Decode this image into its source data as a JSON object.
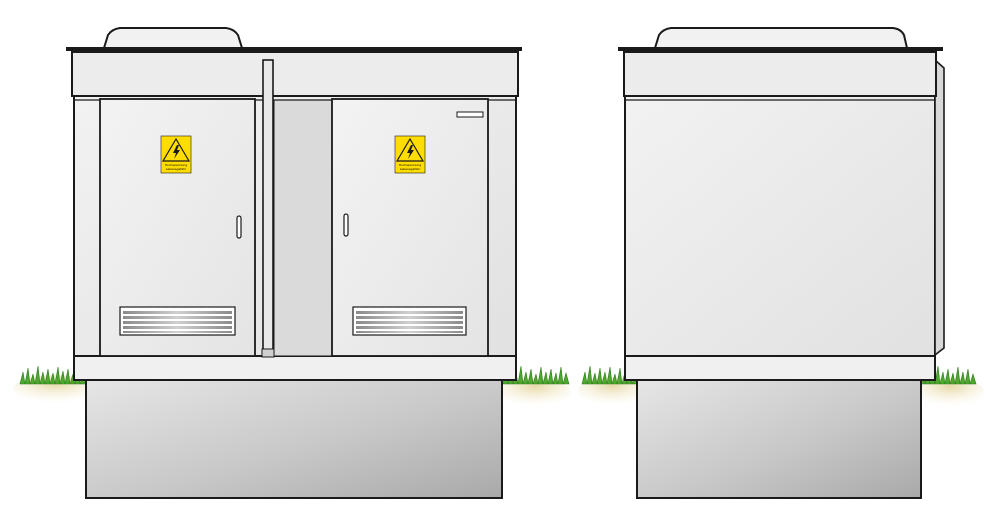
{
  "diagram": {
    "views": [
      {
        "id": "front-view",
        "doors": [
          {
            "id": "left-door",
            "warning_sign": {
              "icon": "high-voltage-icon",
              "lines": [
                "Hochspannung",
                "Lebensgefahr"
              ]
            }
          },
          {
            "id": "right-door",
            "warning_sign": {
              "icon": "high-voltage-icon",
              "lines": [
                "Hochspannung",
                "Lebensgefahr"
              ]
            }
          }
        ]
      },
      {
        "id": "side-view"
      }
    ],
    "colors": {
      "housing": "#ebebeb",
      "outline": "#1a1a1a",
      "base_light": "#e2e2e2",
      "base_dark": "#b4b4b4",
      "warning_yellow": "#ffdd00",
      "grass": "#4ea82e",
      "soil": "#e7d9a8"
    }
  }
}
